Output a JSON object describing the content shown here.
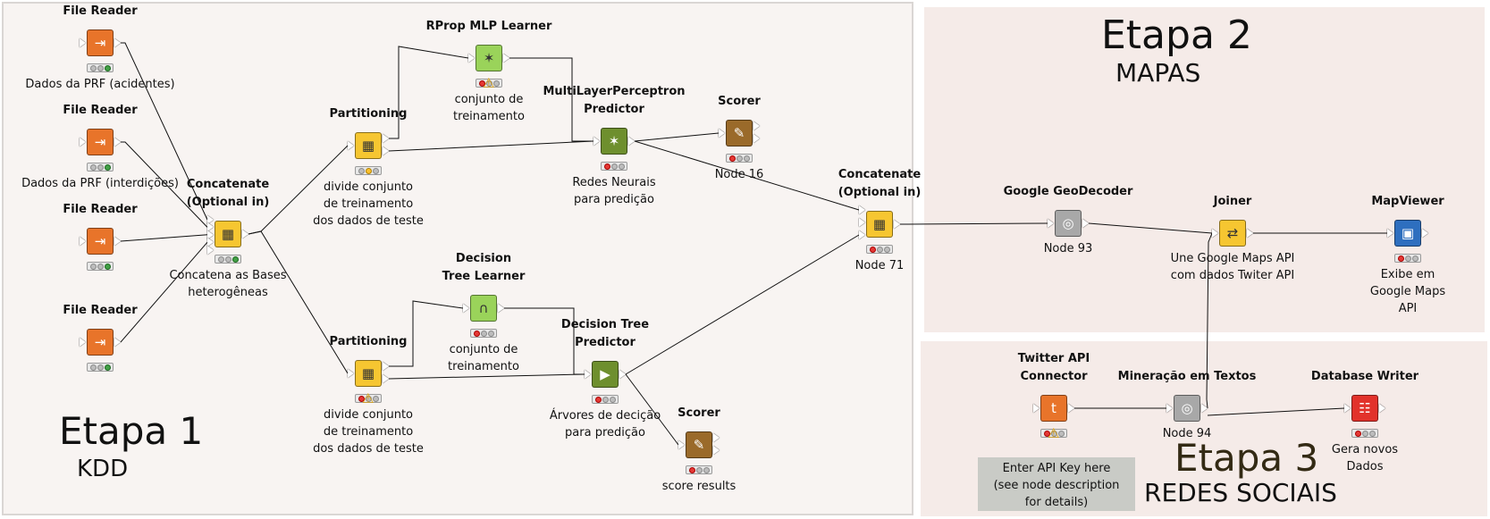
{
  "stages": {
    "stage1": {
      "title": "Etapa 1",
      "subtitle": "KDD"
    },
    "stage2": {
      "title": "Etapa 2",
      "subtitle": "MAPAS"
    },
    "stage3": {
      "title": "Etapa 3",
      "subtitle": "REDES SOCIAIS"
    }
  },
  "nodes": {
    "fr1": {
      "title": "File Reader",
      "desc": "Dados da PRF (acidentes)",
      "icon": "file-reader-icon",
      "status": [
        "off",
        "off",
        "green"
      ]
    },
    "fr2": {
      "title": "File Reader",
      "desc": "Dados da PRF (interdições)",
      "icon": "file-reader-icon",
      "status": [
        "off",
        "off",
        "green"
      ]
    },
    "fr3": {
      "title": "File Reader",
      "desc": "",
      "icon": "file-reader-icon",
      "status": [
        "off",
        "off",
        "green"
      ]
    },
    "fr4": {
      "title": "File Reader",
      "desc": "",
      "icon": "file-reader-icon",
      "status": [
        "off",
        "off",
        "green"
      ]
    },
    "concat1": {
      "title": "Concatenate\n(Optional in)",
      "desc": "Concatena as Bases\nheterogêneas",
      "icon": "concatenate-icon",
      "status": [
        "off",
        "off",
        "green"
      ]
    },
    "part1": {
      "title": "Partitioning",
      "desc": "divide conjunto\nde treinamento\ndos dados de teste",
      "icon": "partitioning-icon",
      "status": [
        "off",
        "yellow",
        "off"
      ]
    },
    "part2": {
      "title": "Partitioning",
      "desc": "divide conjunto\nde treinamento\ndos dados de teste",
      "icon": "partitioning-icon",
      "status": [
        "red",
        "off",
        "off"
      ]
    },
    "mlp": {
      "title": "RProp MLP Learner",
      "desc": "conjunto de\ntreinamento",
      "icon": "mlp-learner-icon",
      "status": [
        "red",
        "off",
        "off"
      ]
    },
    "mlppred": {
      "title": "MultiLayerPerceptron\nPredictor",
      "desc": "Redes Neurais\npara predição",
      "icon": "mlp-predictor-icon",
      "status": [
        "red",
        "off",
        "off"
      ]
    },
    "scorer1": {
      "title": "Scorer",
      "desc": "Node 16",
      "icon": "scorer-icon",
      "status": [
        "red",
        "off",
        "off"
      ]
    },
    "dtl": {
      "title": "Decision\nTree Learner",
      "desc": "conjunto de\ntreinamento",
      "icon": "decision-tree-learner-icon",
      "status": [
        "red",
        "off",
        "off"
      ]
    },
    "dtp": {
      "title": "Decision Tree\nPredictor",
      "desc": "Árvores de decição\npara predição",
      "icon": "decision-tree-predictor-icon",
      "status": [
        "red",
        "off",
        "off"
      ]
    },
    "scorer2": {
      "title": "Scorer",
      "desc": "score results",
      "icon": "scorer-icon",
      "status": [
        "red",
        "off",
        "off"
      ]
    },
    "concat2": {
      "title": "Concatenate\n(Optional in)",
      "desc": "Node 71",
      "icon": "concatenate-icon",
      "status": [
        "red",
        "off",
        "off"
      ]
    },
    "geo": {
      "title": "Google GeoDecoder",
      "desc": "Node 93",
      "icon": "geodecoder-icon",
      "status": []
    },
    "joiner": {
      "title": "Joiner",
      "desc": "Une Google Maps API\ncom dados Twiter API",
      "icon": "joiner-icon",
      "status": []
    },
    "mapviewer": {
      "title": "MapViewer",
      "desc": "Exibe em\nGoogle Maps\nAPI",
      "icon": "map-viewer-icon",
      "status": [
        "red",
        "off",
        "off"
      ]
    },
    "twitter": {
      "title": "Twitter API\nConnector",
      "desc": "",
      "icon": "twitter-icon",
      "status": [
        "red",
        "off",
        "off"
      ]
    },
    "mining": {
      "title": "Mineração em Textos",
      "desc": "Node 94",
      "icon": "text-mining-icon",
      "status": []
    },
    "dbwriter": {
      "title": "Database Writer",
      "desc": "Gera novos\nDados",
      "icon": "database-writer-icon",
      "status": [
        "red",
        "off",
        "off"
      ]
    }
  },
  "api_note": "Enter API Key here\n(see node description\nfor details)",
  "colors": {
    "orange": "#e8742a",
    "yellow": "#f6c631",
    "lightgreen": "#9ad35a",
    "olive": "#6e8f2e",
    "brown": "#9a6a2a",
    "red": "#e2322b",
    "blue": "#2e6fbf",
    "gray": "#a8a8a8"
  }
}
